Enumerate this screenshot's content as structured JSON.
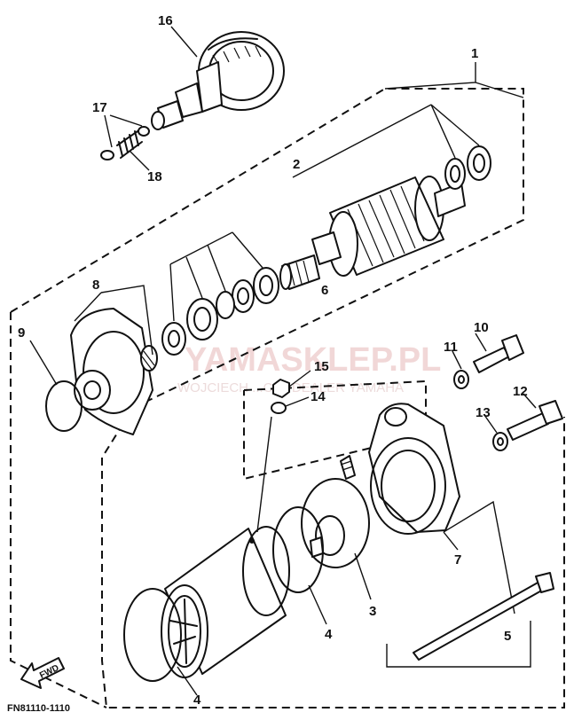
{
  "diagram": {
    "code": "FN81110-1110",
    "fwd_label": "FWD",
    "watermark": {
      "brand": "YAMASKLEP.PL",
      "dealer": "WOJCIECH ...CZ | DEALER YAMAHA"
    },
    "callouts": {
      "c1": "1",
      "c2": "2",
      "c3": "3",
      "c4a": "4",
      "c4b": "4",
      "c5": "5",
      "c6": "6",
      "c7": "7",
      "c8": "8",
      "c9": "9",
      "c10": "10",
      "c11": "11",
      "c12": "12",
      "c13": "13",
      "c14": "14",
      "c15": "15",
      "c16": "16",
      "c17": "17",
      "c18": "18"
    }
  }
}
